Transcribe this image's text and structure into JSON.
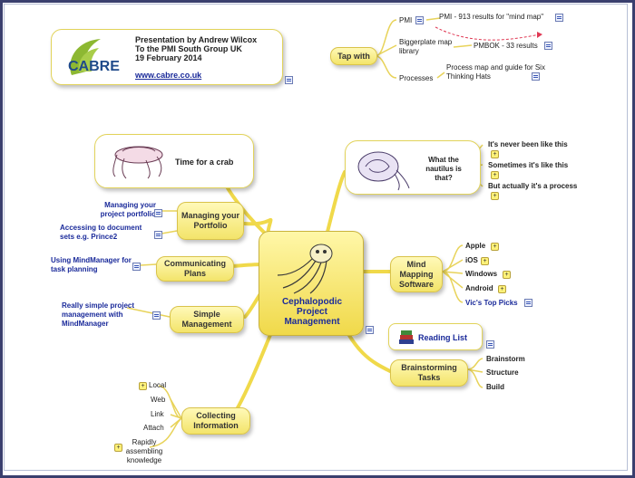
{
  "header": {
    "logo_text": "CABRE",
    "line1": "Presentation by Andrew Wilcox",
    "line2": "To the PMI South Group UK",
    "line3": "19 February 2014",
    "link": "www.cabre.co.uk"
  },
  "tap_with": {
    "label": "Tap with",
    "items": [
      {
        "label": "PMI",
        "detail": "PMI - 913 results for \"mind map\""
      },
      {
        "label": "Biggerplate map library",
        "detail": "PMBOK - 33 results"
      },
      {
        "label": "Processes",
        "detail": "Process map and guide for Six Thinking Hats"
      }
    ]
  },
  "central": {
    "title": "Cephalopodic Project Management"
  },
  "crab": {
    "label": "Time for a crab"
  },
  "nautilus": {
    "label": "What the nautilus is that?",
    "items": [
      "It's never been like this",
      "Sometimes it's like this",
      "But actually it's a process"
    ]
  },
  "portfolio": {
    "label": "Managing your Portfolio",
    "items": [
      "Managing your project portfolio",
      "Accessing to document sets e.g. Prince2"
    ]
  },
  "communicating": {
    "label": "Communicating Plans",
    "items": [
      "Using MindManager for task planning"
    ]
  },
  "simple": {
    "label": "Simple Management",
    "items": [
      "Really simple project management with MindManager"
    ]
  },
  "collecting": {
    "label": "Collecting Information",
    "items": [
      "Local",
      "Web",
      "Link",
      "Attach",
      "Rapidly assembling knowledge"
    ]
  },
  "mindmapping": {
    "label": "Mind Mapping Software",
    "items": [
      "Apple",
      "iOS",
      "Windows",
      "Android",
      "Vic's Top Picks"
    ]
  },
  "reading": {
    "label": "Reading List"
  },
  "brainstorming": {
    "label": "Brainstorming Tasks",
    "items": [
      "Brainstorm",
      "Structure",
      "Build"
    ]
  },
  "colors": {
    "branch": "#f0d94a",
    "topic_fill": "#fff9b8",
    "link_blue": "#1a2a9a",
    "frame": "#3a3f6e"
  }
}
